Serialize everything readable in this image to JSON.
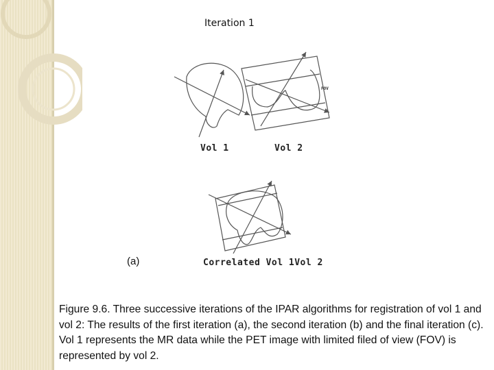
{
  "slide": {
    "title": "Iteration 1",
    "panel_marker": "(a)",
    "caption": "Figure 9.6. Three successive iterations of the IPAR algorithms for registration of vol 1 and vol 2: The results of the first iteration (a), the second iteration (b) and the final iteration (c). Vol 1 represents the MR data while the PET image with limited filed of view (FOV) is represented by vol 2."
  },
  "figure": {
    "vol1_label": "Vol 1",
    "vol2_label": "Vol 2",
    "fov_label": "FOV",
    "correlated_label": "Correlated Vol 1Vol 2"
  },
  "colors": {
    "sidebar": "#efe6c8",
    "line": "#555555"
  }
}
